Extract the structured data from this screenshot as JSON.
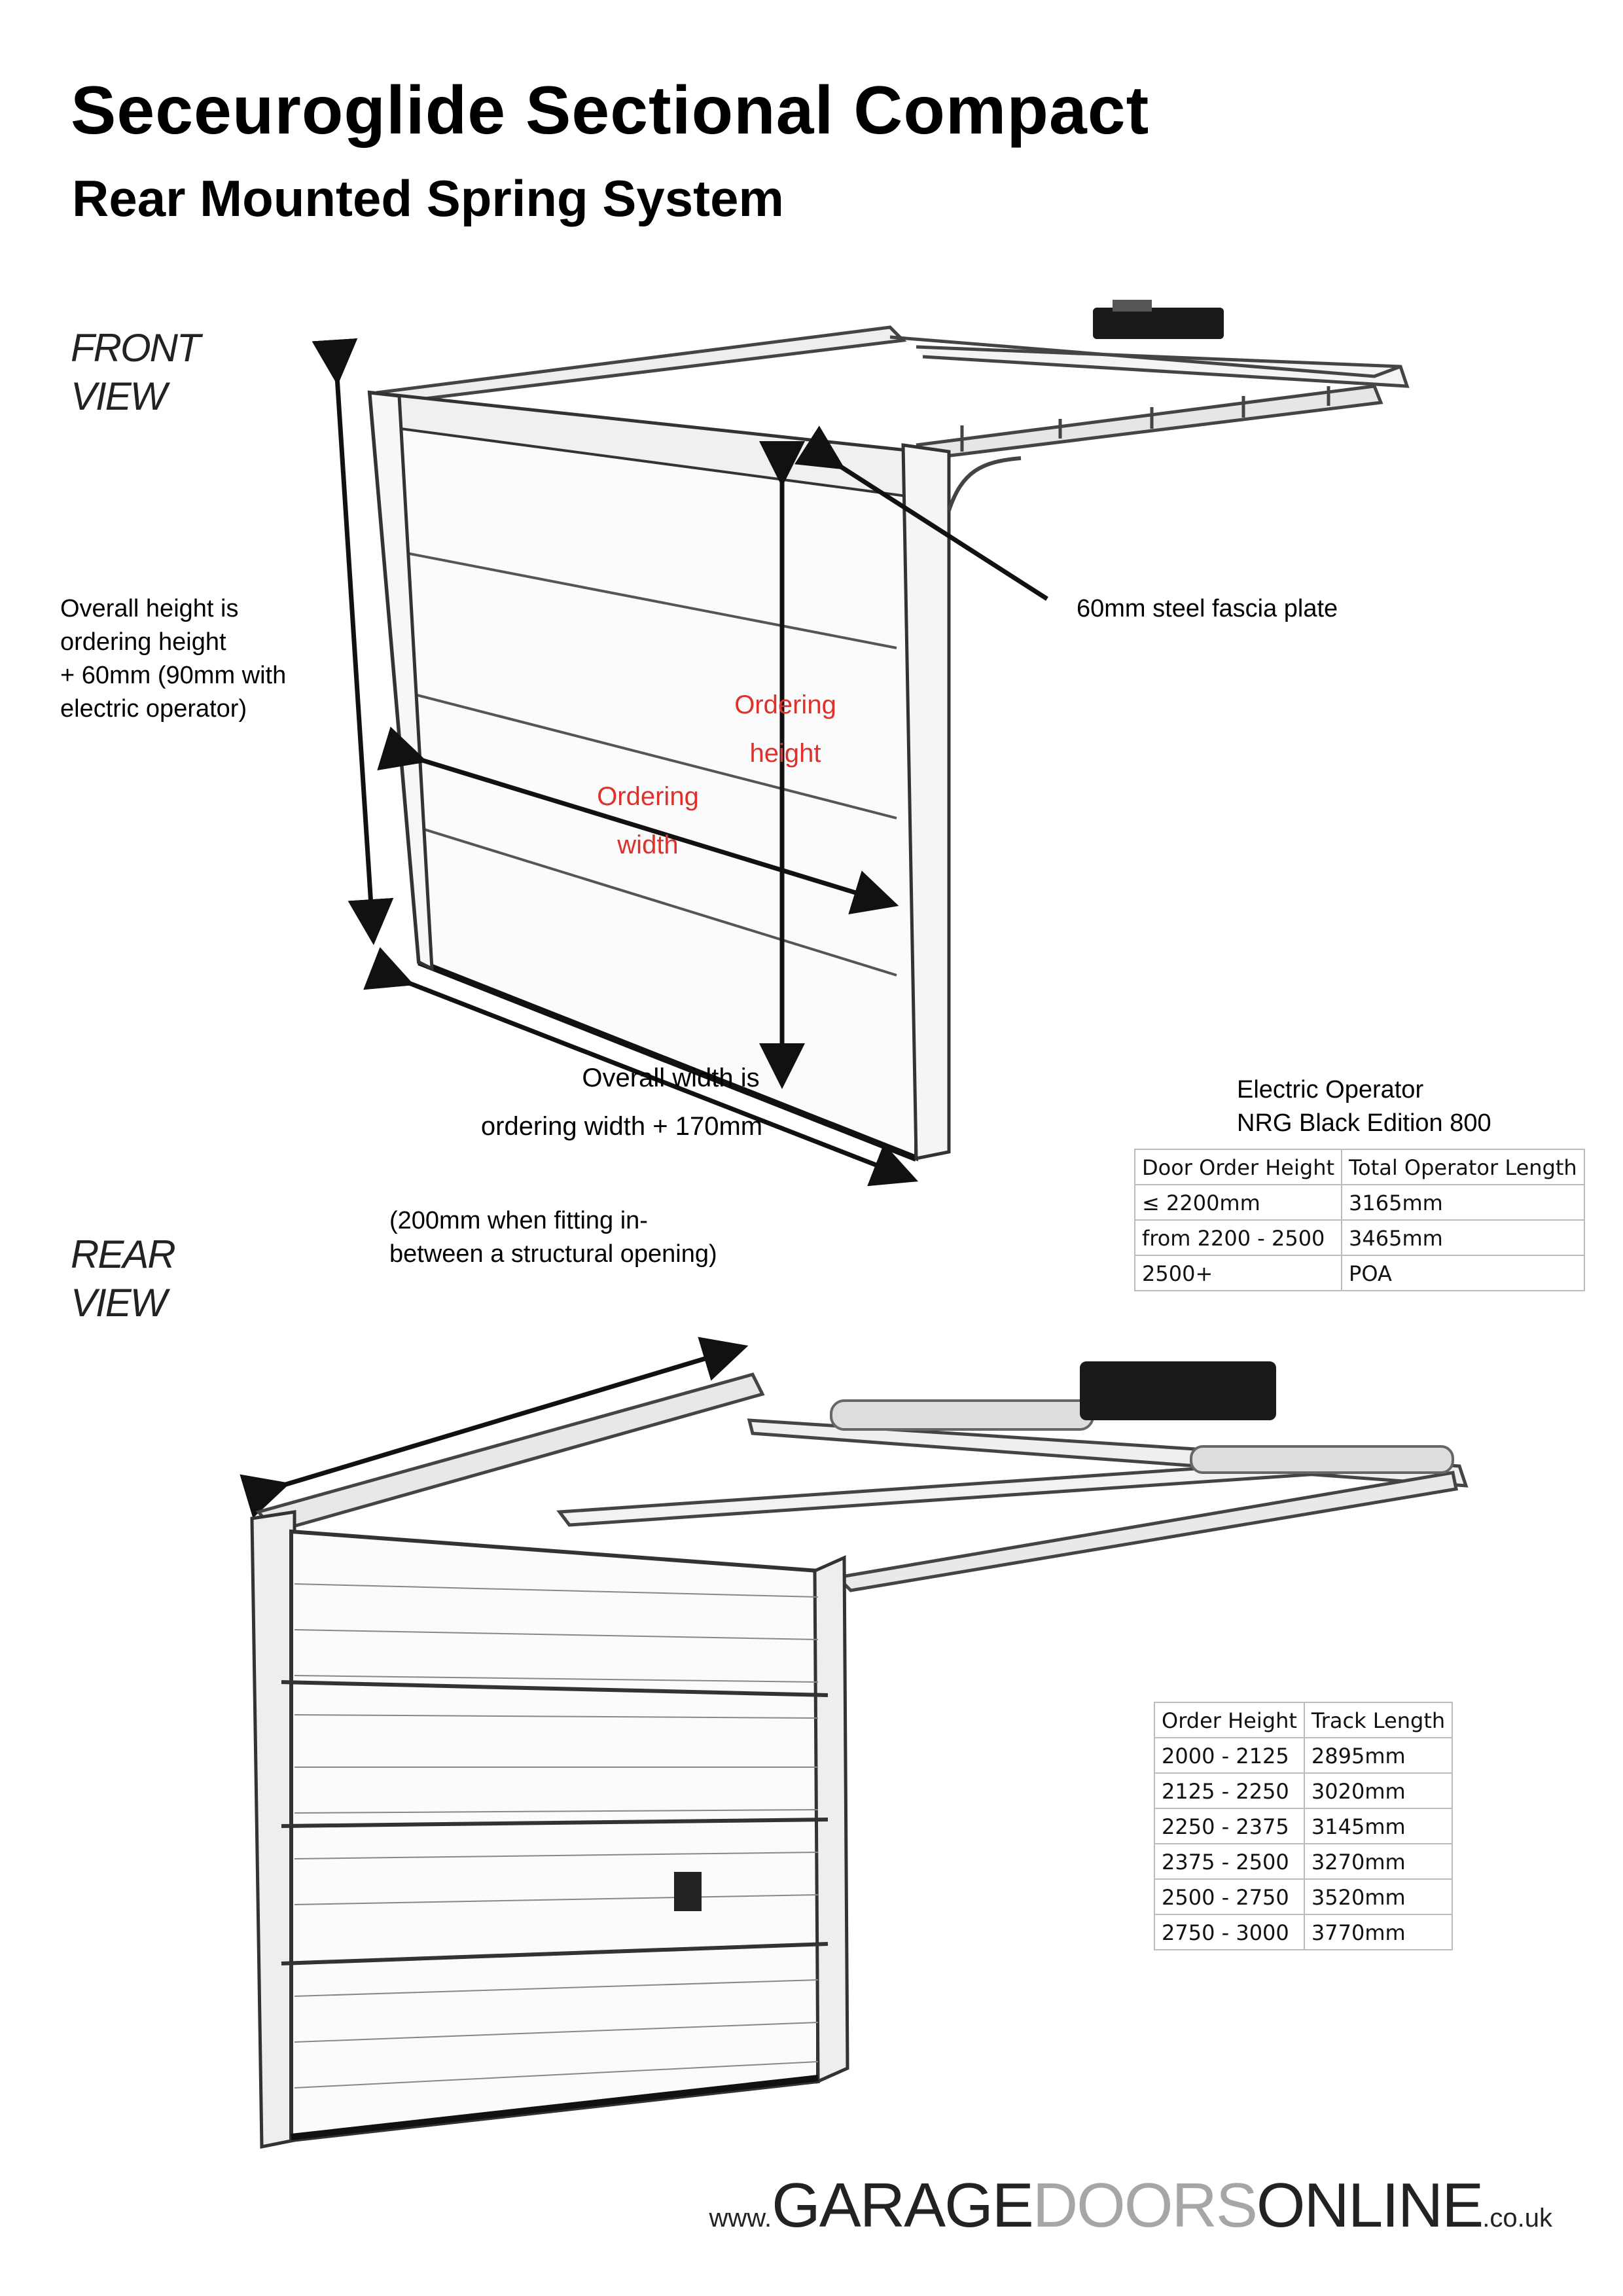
{
  "header": {
    "title": "Seceuroglide Sectional Compact",
    "subtitle": "Rear Mounted Spring System"
  },
  "front_view": {
    "label_line1": "FRONT",
    "label_line2": "VIEW",
    "overall_height_note": [
      "Overall height is",
      "ordering height",
      "+ 60mm (90mm with",
      "electric operator)"
    ],
    "fascia_label": "60mm steel fascia plate",
    "ordering_height": [
      "Ordering",
      "height"
    ],
    "ordering_width": [
      "Ordering",
      "width"
    ],
    "overall_width_note": [
      "Overall",
      "width is ordering",
      "width + 170mm"
    ],
    "structural_opening_note": [
      "(200mm when fitting in-",
      "between a structural opening)"
    ]
  },
  "operator": {
    "title_line1": "Electric Operator",
    "title_line2": "NRG Black Edition 800",
    "headers": [
      "Door Order Height",
      "Total Operator Length"
    ],
    "rows": [
      [
        "≤ 2200mm",
        "3165mm"
      ],
      [
        "from 2200 - 2500",
        "3465mm"
      ],
      [
        "2500+",
        "POA"
      ]
    ]
  },
  "rear_view": {
    "label_line1": "REAR",
    "label_line2": "VIEW"
  },
  "track": {
    "headers": [
      "Order Height",
      "Track Length"
    ],
    "rows": [
      [
        "2000 - 2125",
        "2895mm"
      ],
      [
        "2125 - 2250",
        "3020mm"
      ],
      [
        "2250 - 2375",
        "3145mm"
      ],
      [
        "2375 - 2500",
        "3270mm"
      ],
      [
        "2500 - 2750",
        "3520mm"
      ],
      [
        "2750 - 3000",
        "3770mm"
      ]
    ]
  },
  "logo": {
    "prefix": "www.",
    "part1": "GARAGE",
    "part2": "DOORS",
    "part3": "ONLINE",
    "suffix": ".co.uk"
  },
  "colors": {
    "accent_red": "#e0302c",
    "line": "#222222",
    "logo_grey": "#a6a6a6"
  }
}
